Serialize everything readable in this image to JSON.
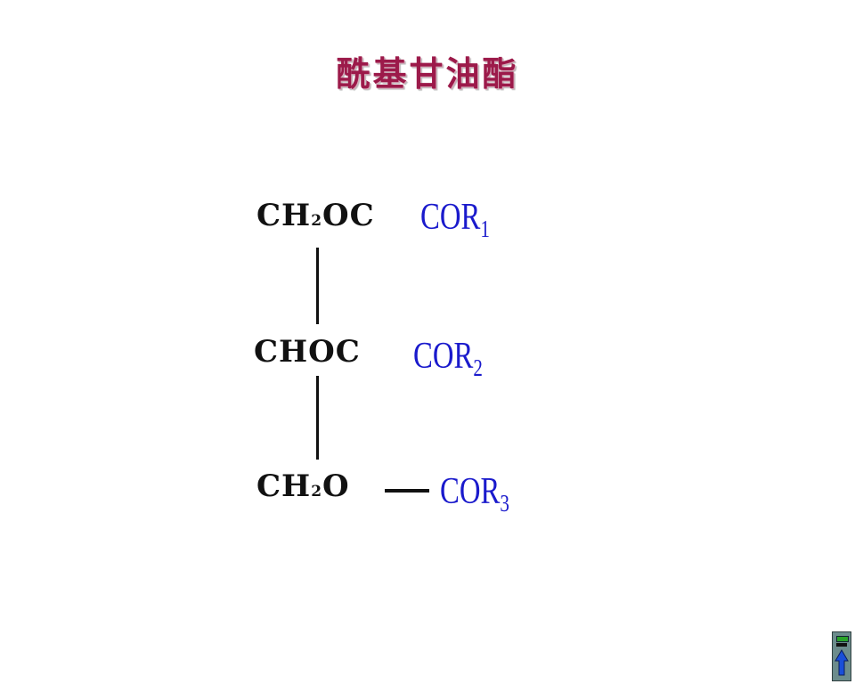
{
  "slide": {
    "title": "酰基甘油酯"
  },
  "structure": {
    "rows": [
      {
        "prefix": "CH",
        "prefix_sub": "2",
        "suffix": "OC",
        "group": "COR",
        "group_sub": "1"
      },
      {
        "prefix": "CHOC",
        "group": "COR",
        "group_sub": "2"
      },
      {
        "prefix": "CH",
        "prefix_sub": "2",
        "suffix": "O",
        "group": "COR",
        "group_sub": "3"
      }
    ]
  },
  "navigation": {
    "button_icon": "up-arrow-icon"
  }
}
